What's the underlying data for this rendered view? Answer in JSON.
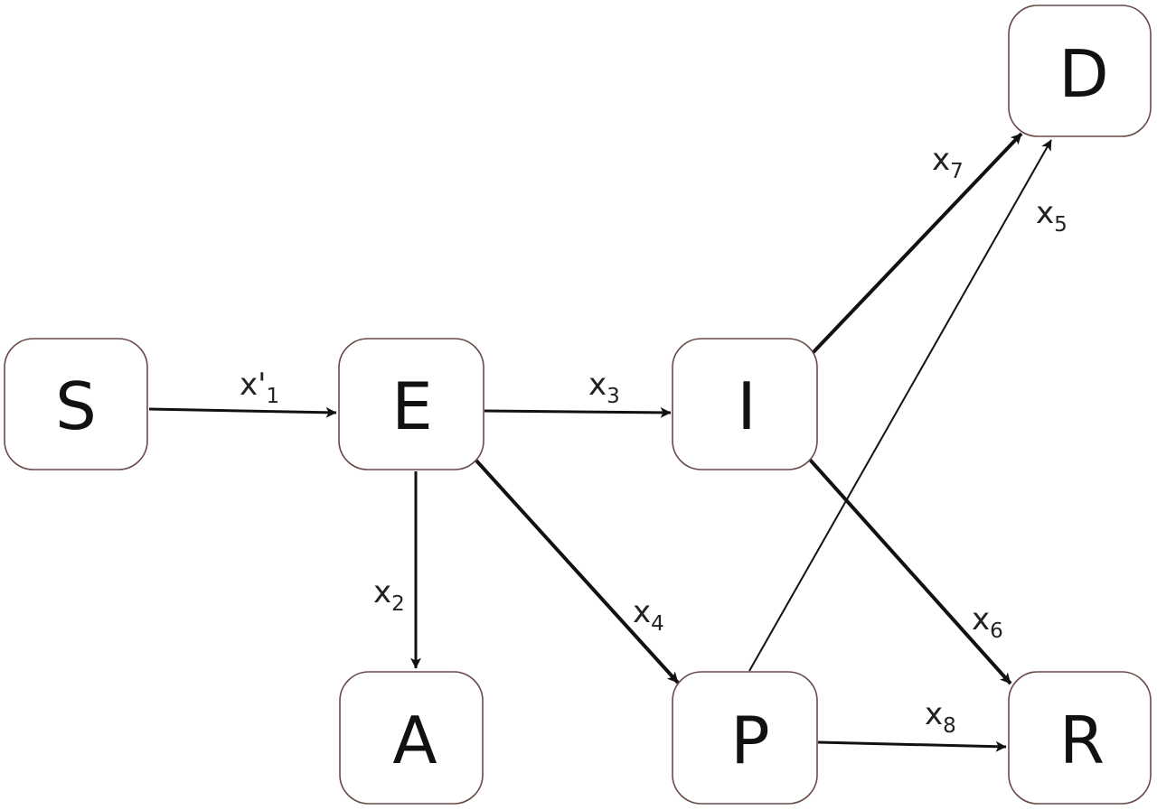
{
  "diagram": {
    "nodes": [
      {
        "id": "S",
        "label": "S"
      },
      {
        "id": "E",
        "label": "E"
      },
      {
        "id": "I",
        "label": "I"
      },
      {
        "id": "D",
        "label": "D"
      },
      {
        "id": "A",
        "label": "A"
      },
      {
        "id": "P",
        "label": "P"
      },
      {
        "id": "R",
        "label": "R"
      }
    ],
    "edges": [
      {
        "from": "S",
        "to": "E",
        "label_base": "x'",
        "label_sub": "1"
      },
      {
        "from": "E",
        "to": "I",
        "label_base": "x",
        "label_sub": "3"
      },
      {
        "from": "E",
        "to": "A",
        "label_base": "x",
        "label_sub": "2"
      },
      {
        "from": "E",
        "to": "P",
        "label_base": "x",
        "label_sub": "4"
      },
      {
        "from": "I",
        "to": "D",
        "label_base": "x",
        "label_sub": "7"
      },
      {
        "from": "P",
        "to": "D",
        "label_base": "x",
        "label_sub": "5"
      },
      {
        "from": "I",
        "to": "R",
        "label_base": "x",
        "label_sub": "6"
      },
      {
        "from": "P",
        "to": "R",
        "label_base": "x",
        "label_sub": "8"
      }
    ]
  }
}
